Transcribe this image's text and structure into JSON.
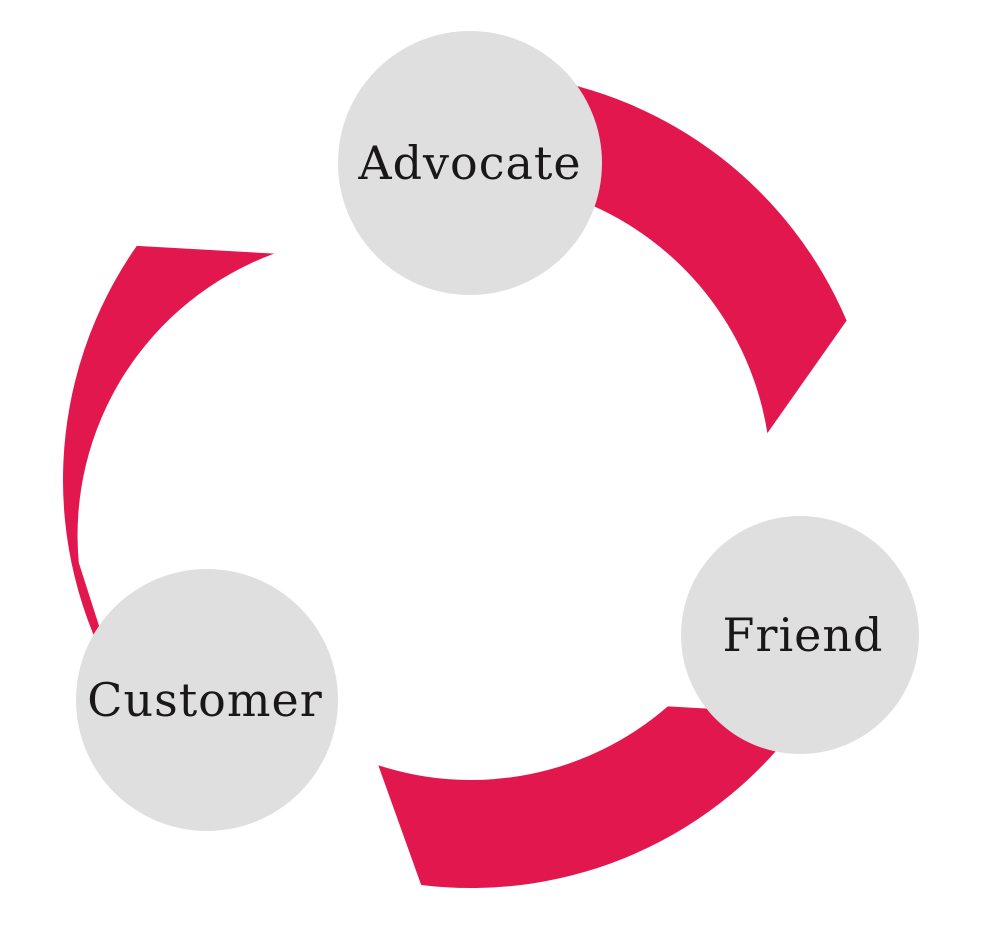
{
  "diagram": {
    "type": "cycle",
    "nodes": [
      {
        "id": "advocate",
        "label": "Advocate"
      },
      {
        "id": "friend",
        "label": "Friend"
      },
      {
        "id": "customer",
        "label": "Customer"
      }
    ],
    "arcs": [
      {
        "id": "arc-advocate-to-friend",
        "from": "advocate",
        "to": "friend"
      },
      {
        "id": "arc-friend-to-customer",
        "from": "friend",
        "to": "customer"
      },
      {
        "id": "arc-customer-to-advocate",
        "from": "customer",
        "to": "advocate"
      }
    ],
    "colors": {
      "arc": "#E2174D",
      "node_fill": "#E0DFDF",
      "label_text": "#1A1718",
      "background": "#FFFFFF"
    }
  }
}
